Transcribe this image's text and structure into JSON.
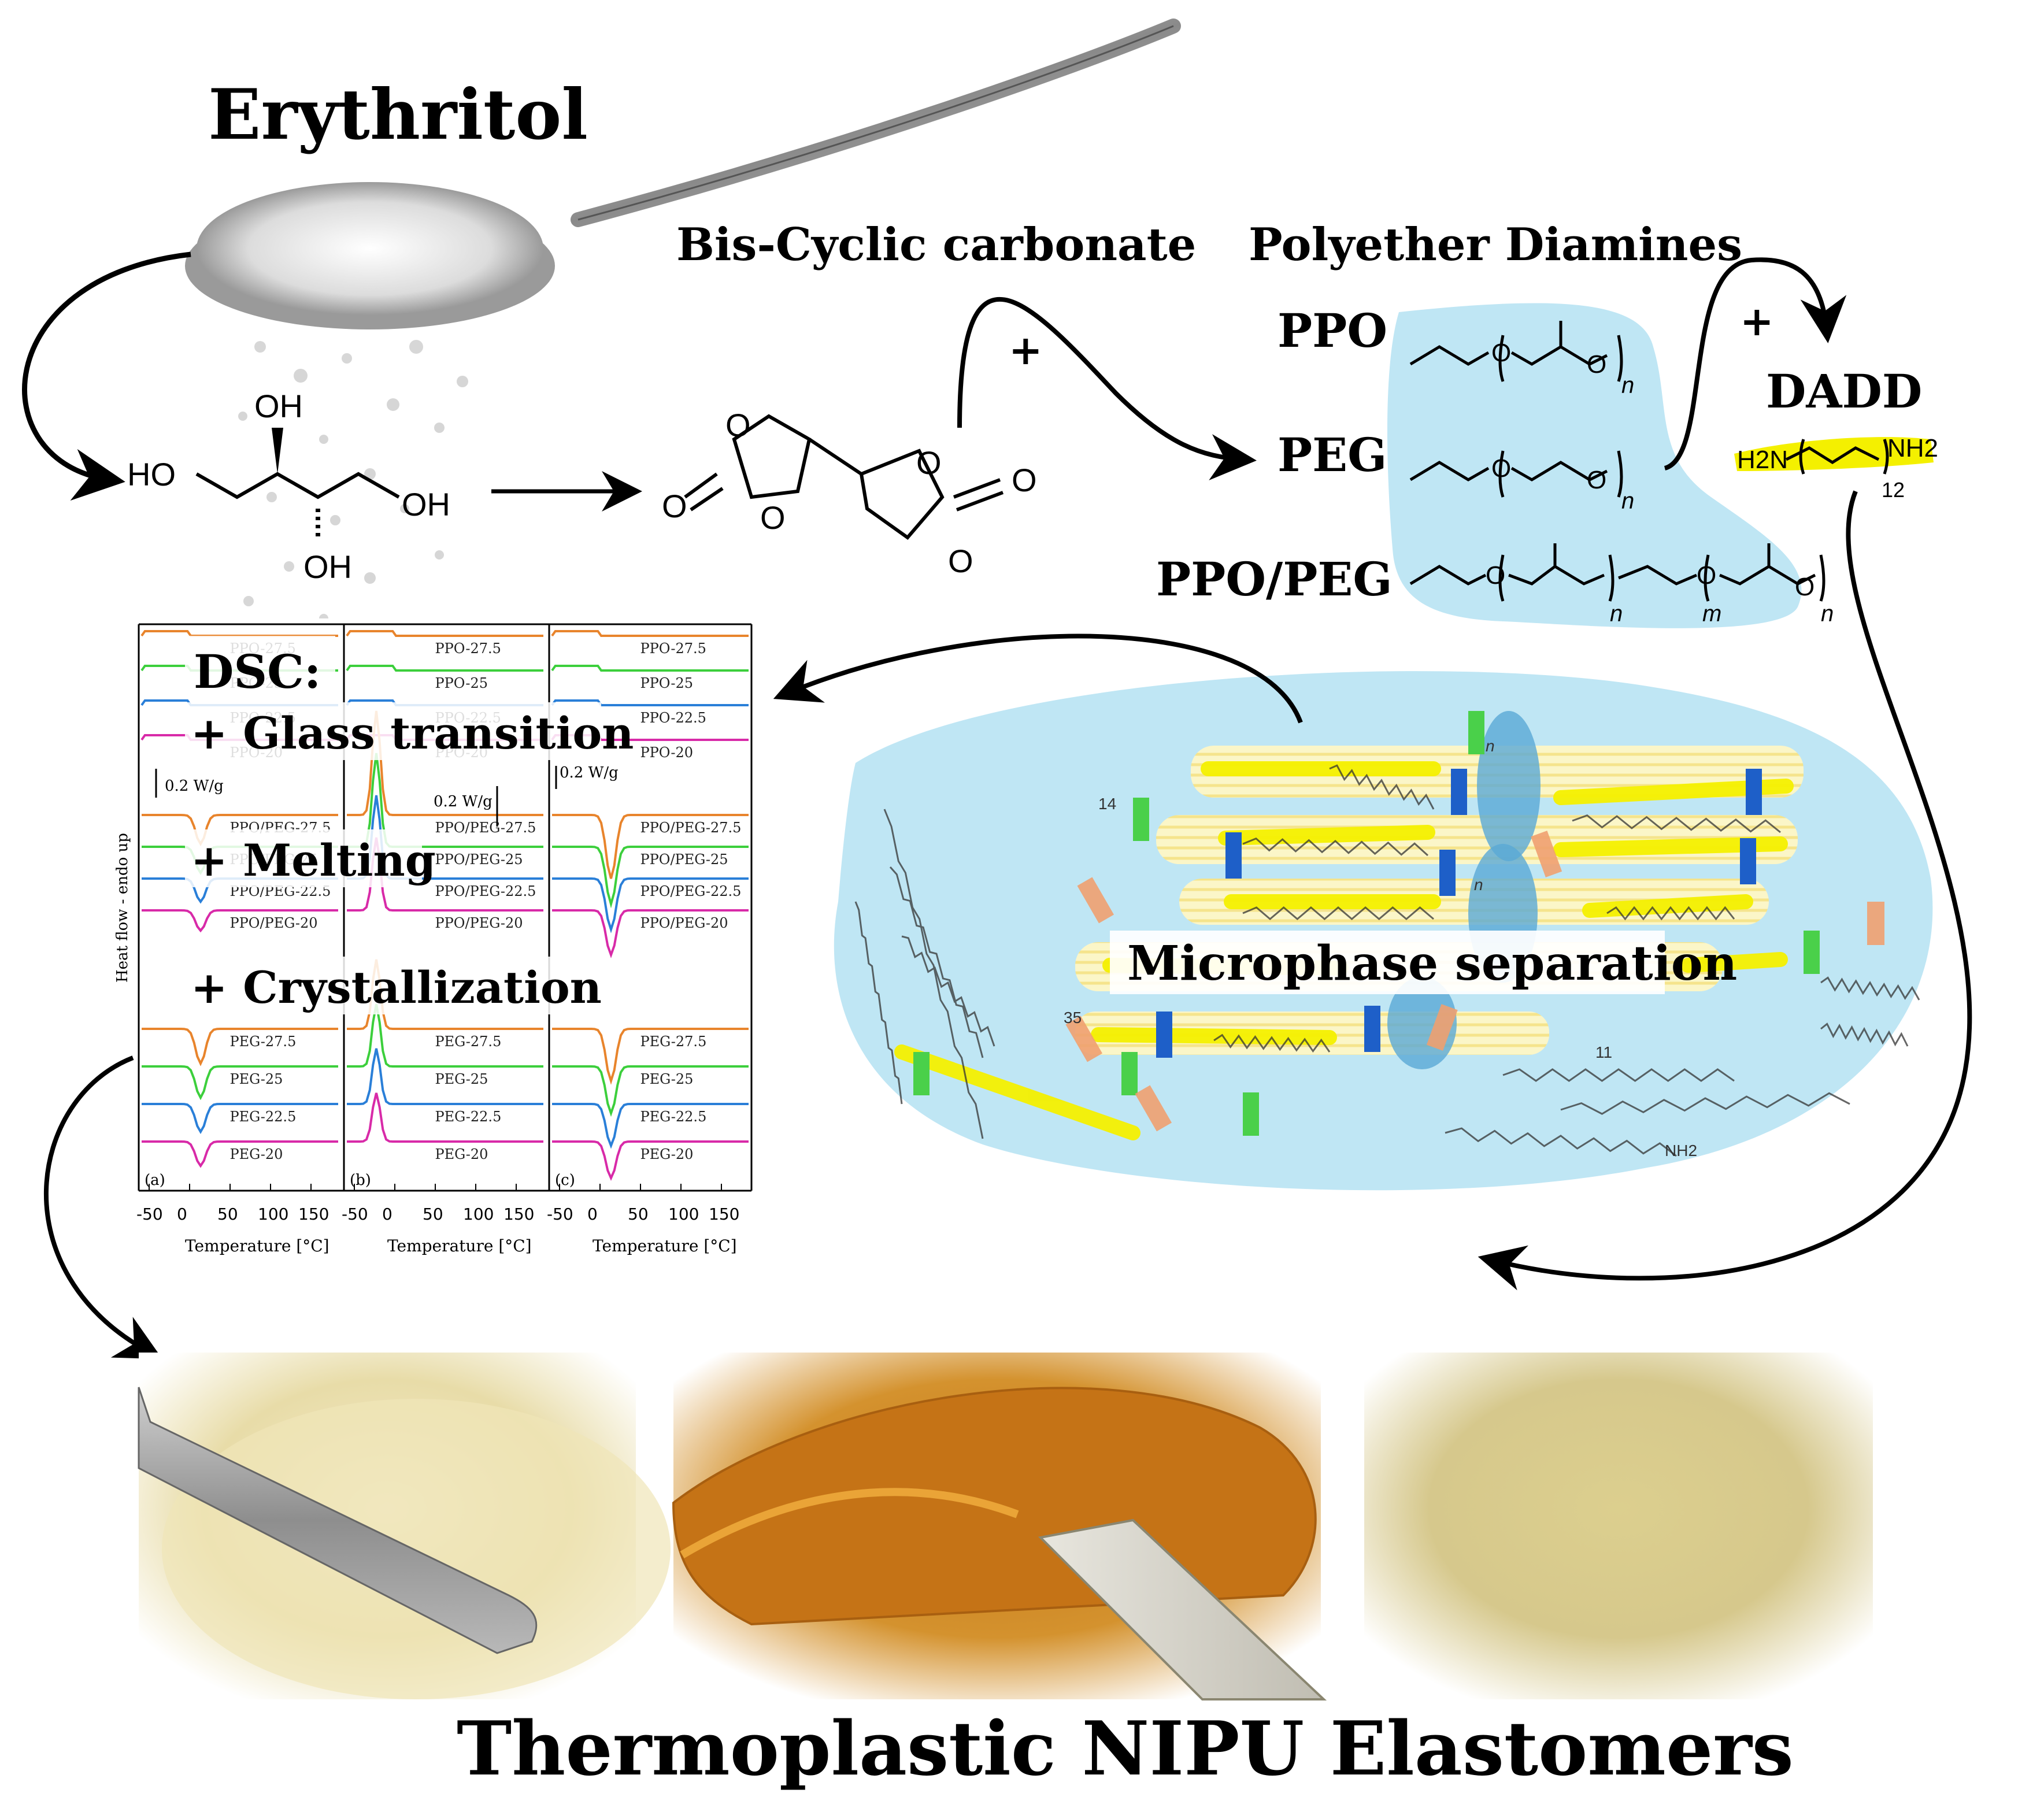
{
  "title_top": "Erythritol",
  "title_bottom": "Thermoplastic NIPU Elastomers",
  "labels": {
    "bis_cyclic": "Bis-Cyclic carbonate",
    "polyether": "Polyether Diamines",
    "plus": "+",
    "dadd": "DADD",
    "microphase": "Microphase separation"
  },
  "erythritol_groups": [
    "HO",
    "OH",
    "OH",
    "OH"
  ],
  "carbonate_atoms": [
    "O",
    "O",
    "O",
    "O",
    "O",
    "O"
  ],
  "diamines": [
    {
      "name": "PPO",
      "subs": [
        "n"
      ]
    },
    {
      "name": "PEG",
      "subs": [
        "n"
      ]
    },
    {
      "name": "PPO/PEG",
      "subs": [
        "n",
        "m",
        "n"
      ]
    }
  ],
  "dadd_formula": {
    "left": "H2N",
    "right": "NH2",
    "sub": "12"
  },
  "network_labels": [
    "14",
    "35",
    "11",
    "n",
    "n",
    "NH2"
  ],
  "dsc": {
    "heading": "DSC:",
    "items": [
      "+ Glass transition",
      "+ Melting",
      "+ Crystallization"
    ],
    "ylabel": "Heat flow - endo up",
    "xlabel": "Temperature [°C]",
    "ticks": [
      "-50",
      "0",
      "50",
      "100",
      "150"
    ],
    "scale_bars": [
      "0.2 W/g",
      "0.2 W/g",
      "0.2 W/g"
    ],
    "panel_letters": [
      "(a)",
      "(b)",
      "(c)"
    ],
    "groups": [
      [
        "PPO-27.5",
        "PPO-25",
        "PPO-22.5",
        "PPO-20"
      ],
      [
        "PPO/PEG-27.5",
        "PPO/PEG-25",
        "PPO/PEG-22.5",
        "PPO/PEG-20"
      ],
      [
        "PEG-27.5",
        "PEG-25",
        "PEG-22.5",
        "PEG-20"
      ]
    ],
    "colors": [
      "#e8842c",
      "#3ccf3c",
      "#2a7fd8",
      "#d82aa8"
    ]
  },
  "colors": {
    "blue_blob": "#bfe6f4",
    "yellow": "#f4f000",
    "orange": "#f0a070",
    "green": "#4ad04a",
    "dblue": "#1e5fc8"
  }
}
